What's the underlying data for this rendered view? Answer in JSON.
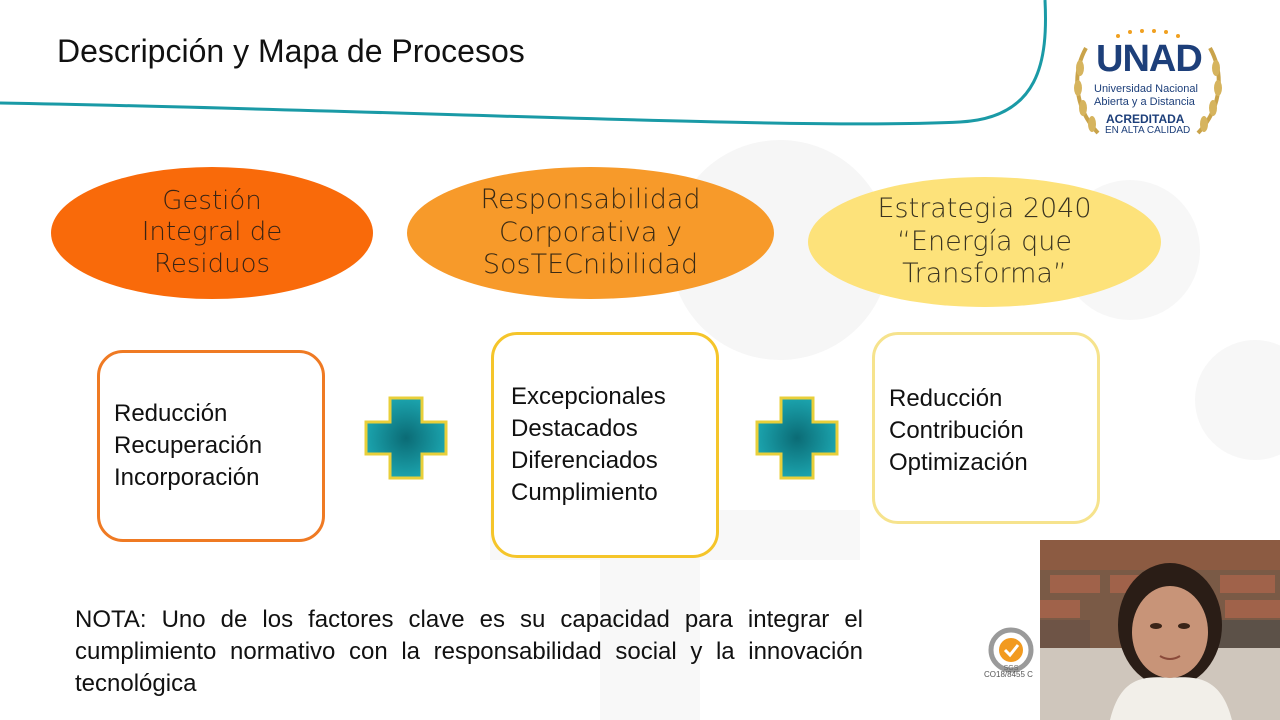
{
  "slide": {
    "title": "Descripción y Mapa de Procesos"
  },
  "logo": {
    "name": "UNAD",
    "line1": "Universidad Nacional",
    "line2": "Abierta y a Distancia",
    "line3": "ACREDITADA",
    "line4": "EN ALTA CALIDAD"
  },
  "pillars": [
    {
      "title": "Gestión\nIntegral de\nResiduos",
      "items": "Reducción\nRecuperación\nIncorporación",
      "color": "#f96a0a"
    },
    {
      "title": "Responsabilidad\nCorporativa y\nSosTECnibilidad",
      "items": "Excepcionales\nDestacados\nDiferenciados\nCumplimiento",
      "color": "#f79a2a"
    },
    {
      "title": "Estrategia 2040\n“Energía que\nTransforma”",
      "items": "Reducción\nContribución\nOptimización",
      "color": "#fde27a"
    }
  ],
  "connector_icon": "plus-icon",
  "note": "NOTA: Uno de los factores clave es su capacidad para integrar el cumplimiento normativo con la responsabilidad social y la innovación tecnológica",
  "certification": {
    "label": "SGS",
    "code": "CO18/8455  C"
  },
  "colors": {
    "accent_teal": "#1a9aa6",
    "accent_orange": "#f96a0a",
    "accent_yellow": "#f5c52a"
  }
}
